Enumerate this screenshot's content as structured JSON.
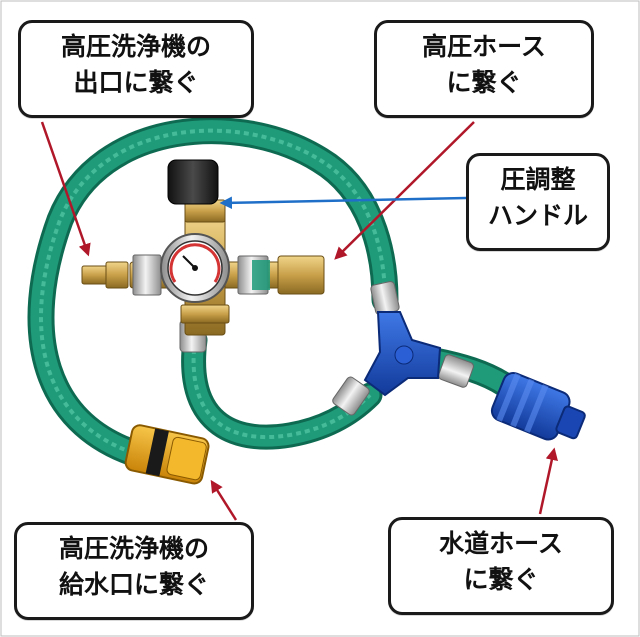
{
  "colors": {
    "hose": "#1f9b7a",
    "hose_dark": "#0e6b52",
    "brass": "#c9a04a",
    "chrome": "#c8c8c8",
    "blue_joint": "#1c4fc4",
    "orange_fitting": "#e8a317",
    "red_arrow": "#b0182a",
    "blue_arrow": "#1f6fc8",
    "callout_border": "#1a1a1a"
  },
  "callouts": {
    "outlet": {
      "line1": "高圧洗浄機の",
      "line2": "出口に繋ぐ"
    },
    "high_pressure_hose": {
      "line1": "高圧ホース",
      "line2": "に繋ぐ"
    },
    "pressure_handle": {
      "line1": "圧調整",
      "line2": "ハンドル"
    },
    "inlet": {
      "line1": "高圧洗浄機の",
      "line2": "給水口に繋ぐ"
    },
    "water_hose": {
      "line1": "水道ホース",
      "line2": "に繋ぐ"
    }
  },
  "icons": {
    "pressure_gauge": "gauge-icon",
    "arrow": "arrow-icon"
  }
}
